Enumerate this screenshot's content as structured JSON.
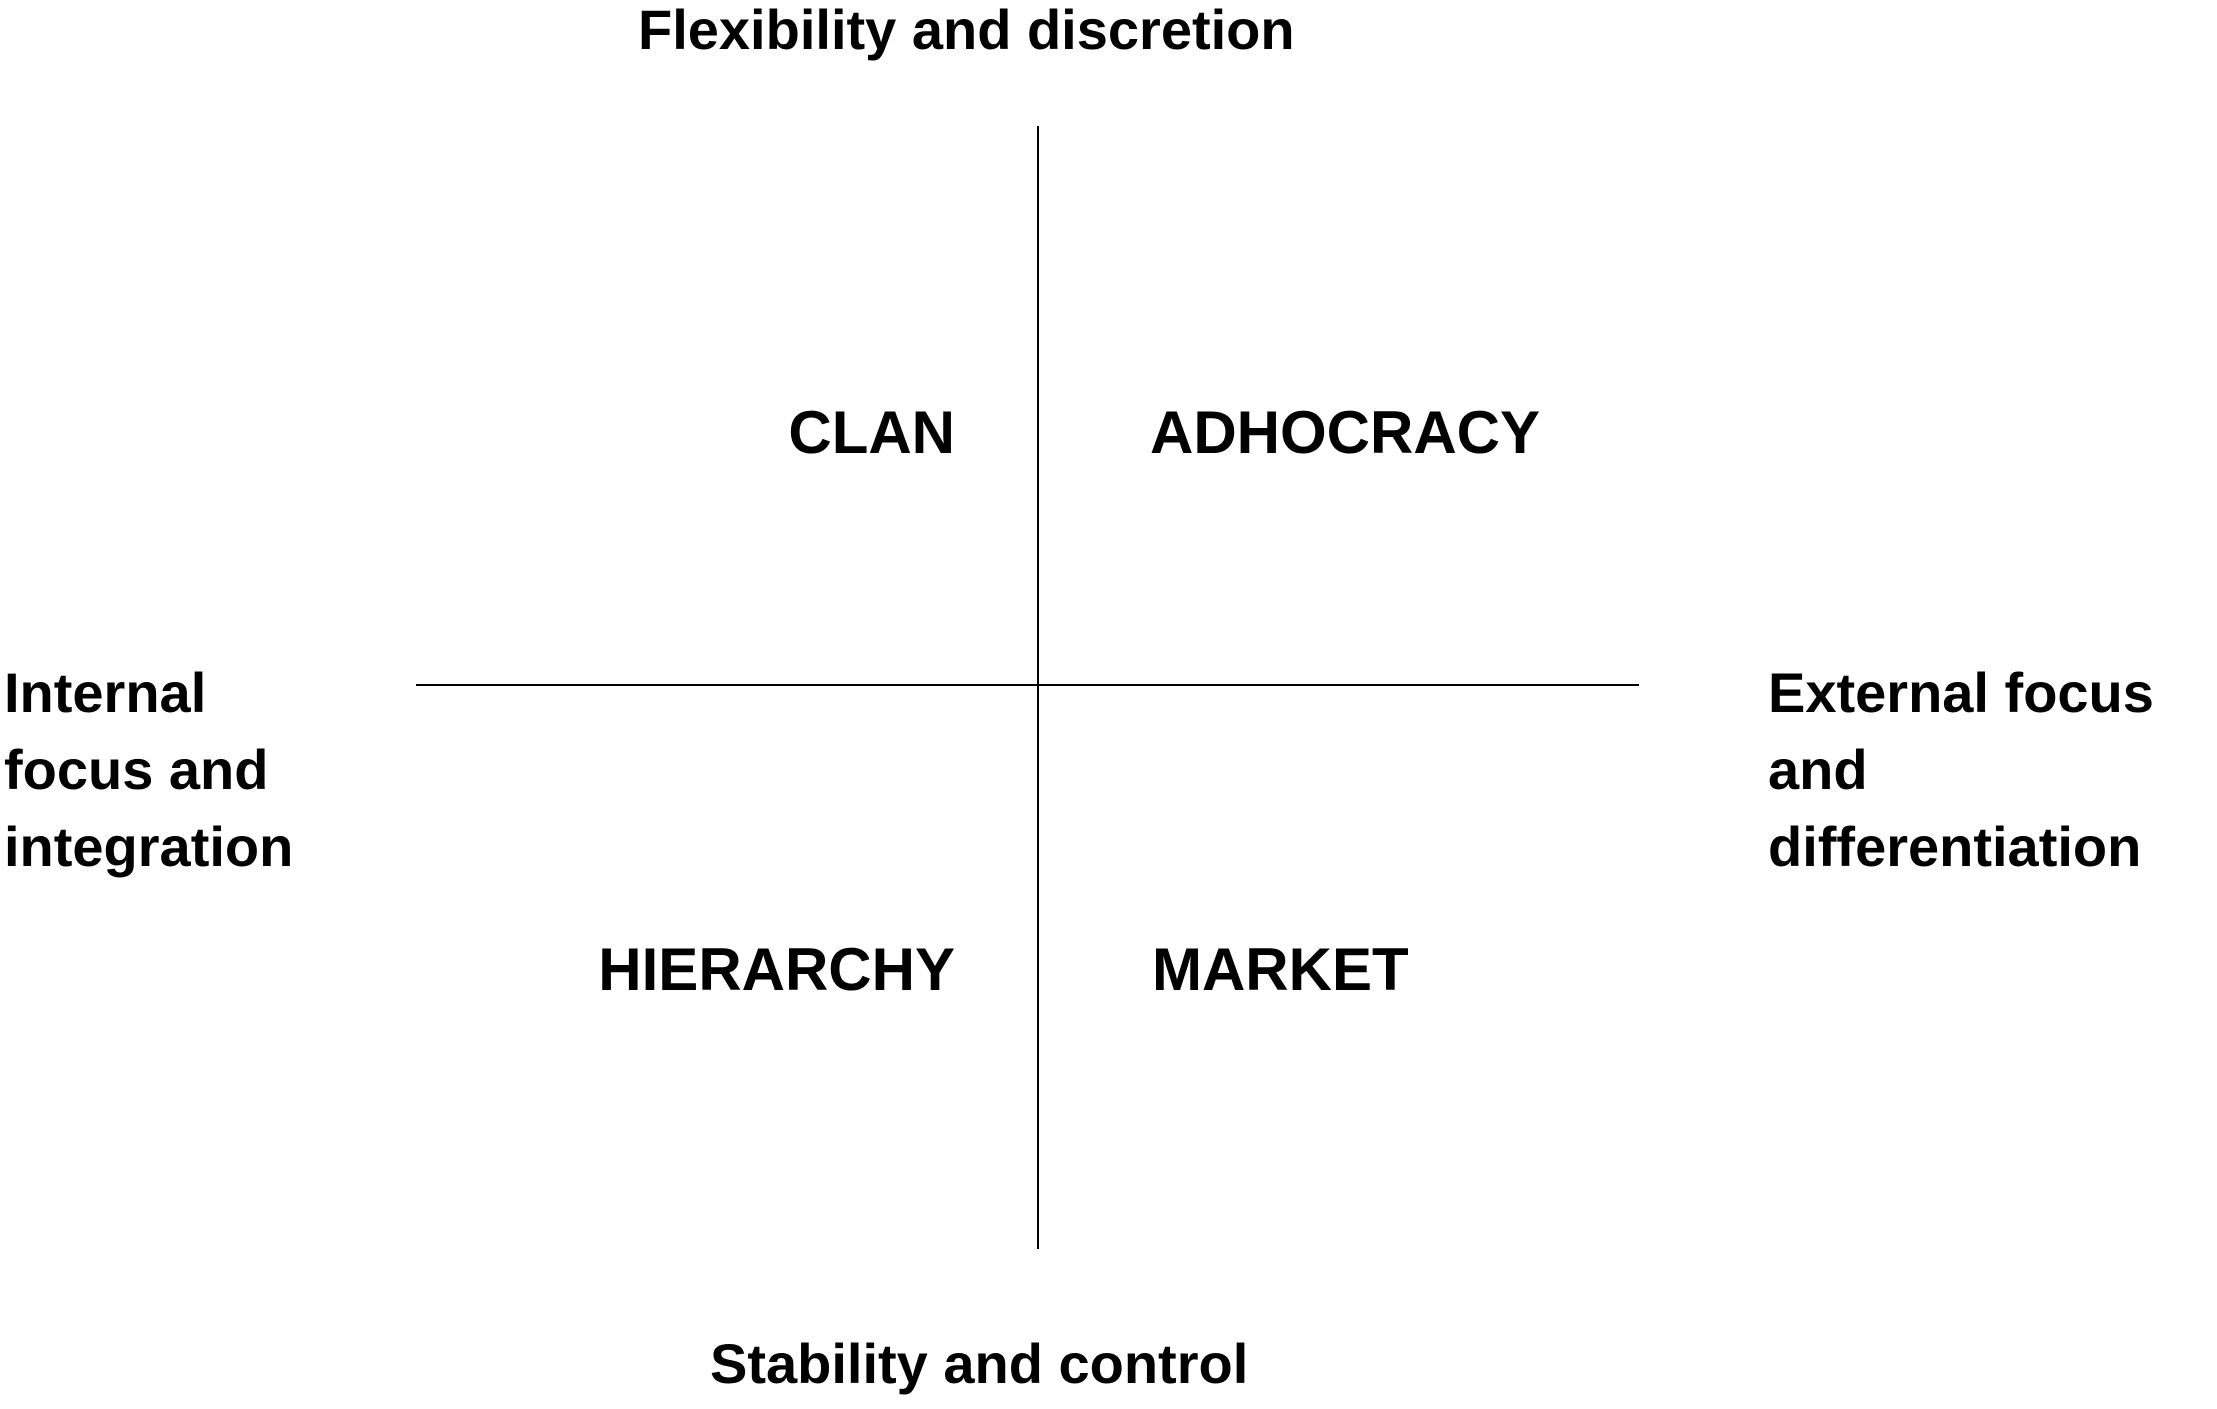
{
  "axes": {
    "top": "Flexibility and discretion",
    "bottom": "Stability and control",
    "left": [
      "Internal",
      "focus and",
      "integration"
    ],
    "right": [
      "External focus",
      "and",
      "differentiation"
    ]
  },
  "quadrants": {
    "top_left": "CLAN",
    "top_right": "ADHOCRACY",
    "bottom_left": "HIERARCHY",
    "bottom_right": "MARKET"
  },
  "colors": {
    "text": "#000000",
    "lines": "#000000",
    "background": "#ffffff"
  }
}
